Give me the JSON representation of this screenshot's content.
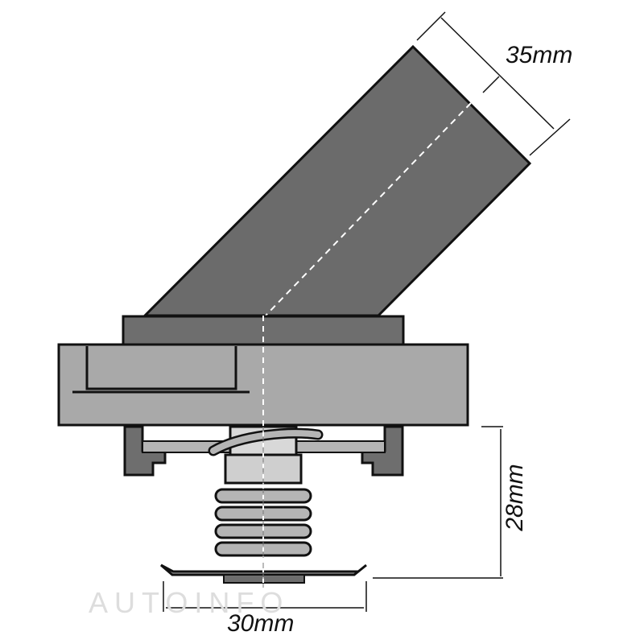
{
  "dimensions": {
    "outlet_diameter": "35mm",
    "valve_height": "28mm",
    "flange_width": "30mm"
  },
  "watermark": "AUTOINFO",
  "colors": {
    "outlet_pipe": "#6b6b6b",
    "flange": "#6e6e6e",
    "housing": "#a9a9a9",
    "spring": "#b5b5b5",
    "outline": "#111111"
  }
}
